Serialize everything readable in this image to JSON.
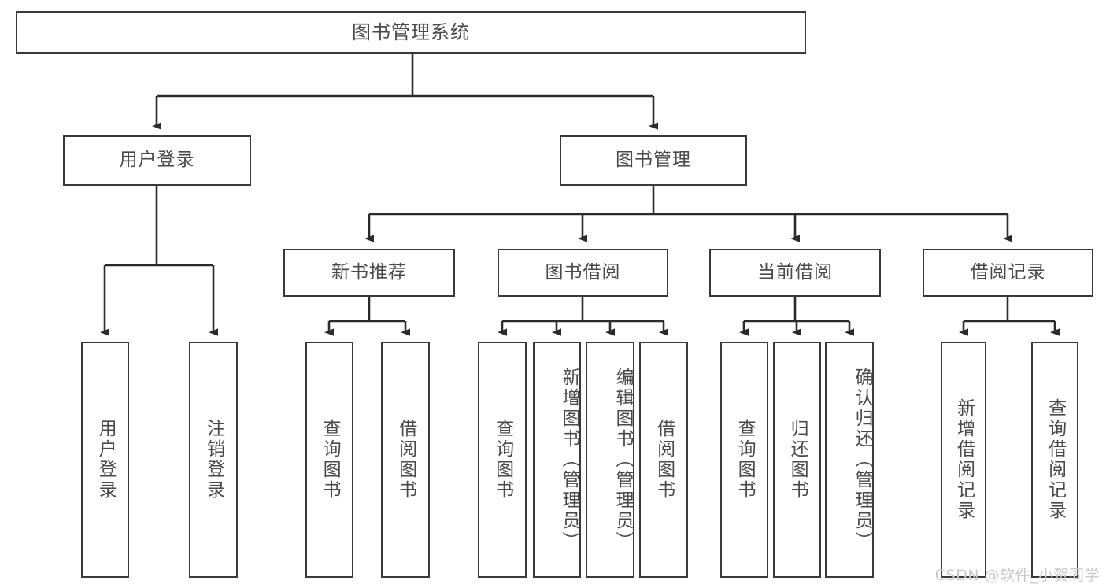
{
  "diagram": {
    "kind": "hierarchy-tree",
    "title": "图书管理系统",
    "watermark": "CSDN @软件_小贺同学",
    "colors": {
      "box_border": "#3a3a3a",
      "box_fill": "#ffffff",
      "text": "#4a4a4a",
      "connector": "#2b2b2b",
      "watermark": "#c9c9c9",
      "background": "#ffffff"
    },
    "levels": {
      "root": {
        "label": "图书管理系统"
      },
      "level2": [
        {
          "label": "用户登录"
        },
        {
          "label": "图书管理"
        }
      ],
      "level3": [
        {
          "label": "新书推荐"
        },
        {
          "label": "图书借阅"
        },
        {
          "label": "当前借阅"
        },
        {
          "label": "借阅记录"
        }
      ],
      "leaves": [
        {
          "label": "用户登录",
          "parent": "用户登录"
        },
        {
          "label": "注销登录",
          "parent": "用户登录"
        },
        {
          "label": "查询图书",
          "parent": "新书推荐"
        },
        {
          "label": "借阅图书",
          "parent": "新书推荐"
        },
        {
          "label": "查询图书",
          "parent": "图书借阅"
        },
        {
          "label": "新增图书（管理员）",
          "parent": "图书借阅"
        },
        {
          "label": "编辑图书（管理员）",
          "parent": "图书借阅"
        },
        {
          "label": "借阅图书",
          "parent": "图书借阅"
        },
        {
          "label": "查询图书",
          "parent": "当前借阅"
        },
        {
          "label": "归还图书",
          "parent": "当前借阅"
        },
        {
          "label": "确认归还（管理员）",
          "parent": "当前借阅"
        },
        {
          "label": "新增借阅记录",
          "parent": "借阅记录"
        },
        {
          "label": "查询借阅记录",
          "parent": "借阅记录"
        }
      ]
    }
  }
}
